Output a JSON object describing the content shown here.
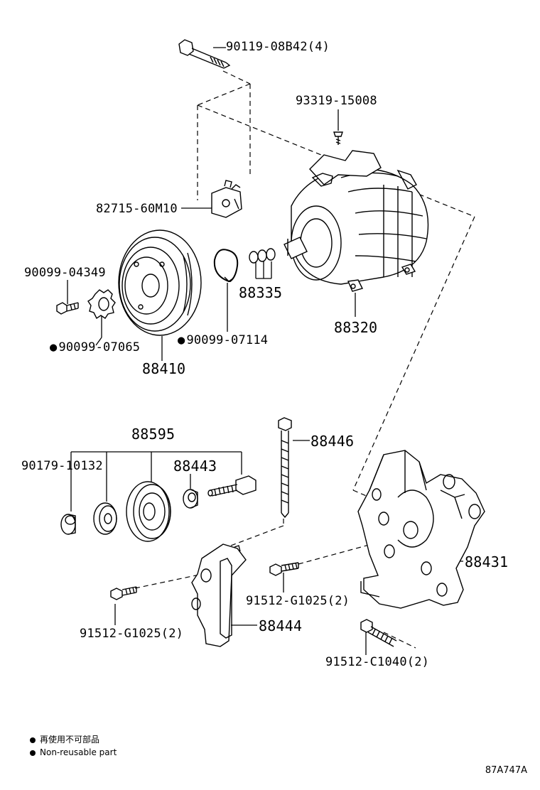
{
  "parts": {
    "bolt_top": "90119-08B42(4)",
    "screw_top": "93319-15008",
    "bracket_clip": "82715-60M10",
    "bolt_clutch": "90099-04349",
    "washer_nr": "90099-07065",
    "clutch": "88410",
    "snap_ring_nr": "90099-07114",
    "shims": "88335",
    "compressor": "88320",
    "idler_set": "88595",
    "cap": "90179-10132",
    "spacer": "88443",
    "long_bolt": "88446",
    "bolt_left": "91512-G1025(2)",
    "bolt_mid": "91512-G1025(2)",
    "adjust_bar": "88444",
    "bracket": "88431",
    "bolt_bracket": "91512-C1040(2)"
  },
  "legend": {
    "line1": "再使用不可部品",
    "line2": "Non-reusable part"
  },
  "diagram_code": "87A747A"
}
